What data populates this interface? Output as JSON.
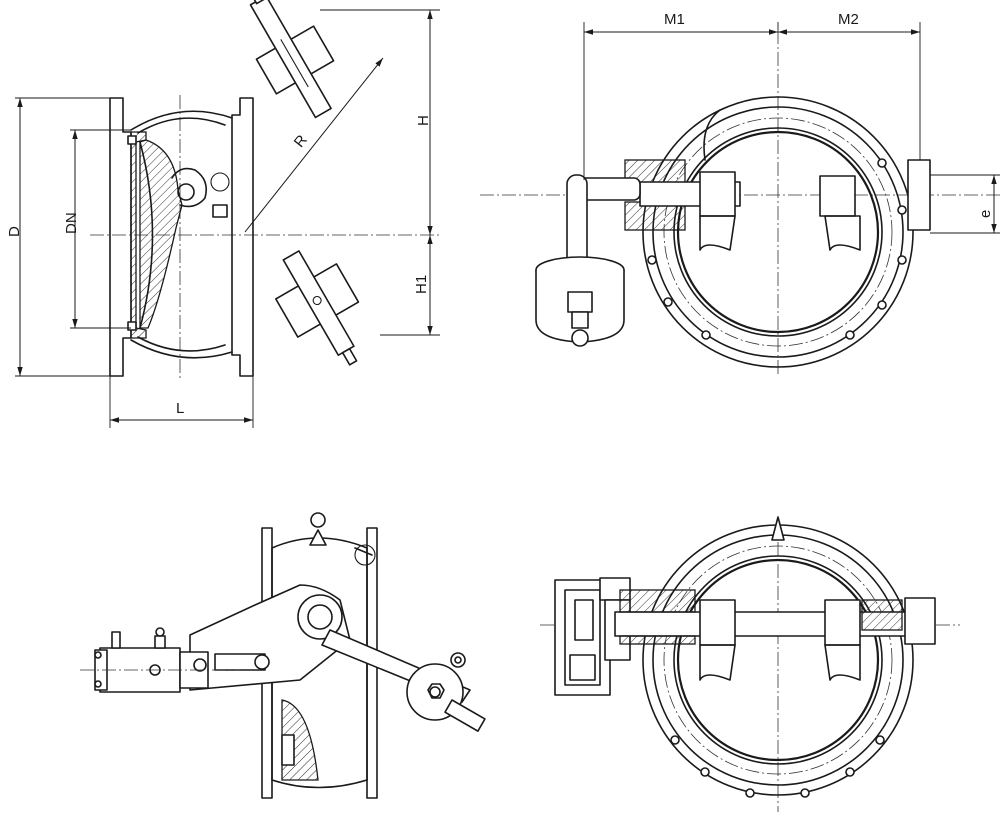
{
  "dimension_labels": {
    "D": "D",
    "DN": "DN",
    "L": "L",
    "R": "R",
    "H": "H",
    "H1": "H1",
    "M1": "M1",
    "M2": "M2",
    "e": "e"
  }
}
